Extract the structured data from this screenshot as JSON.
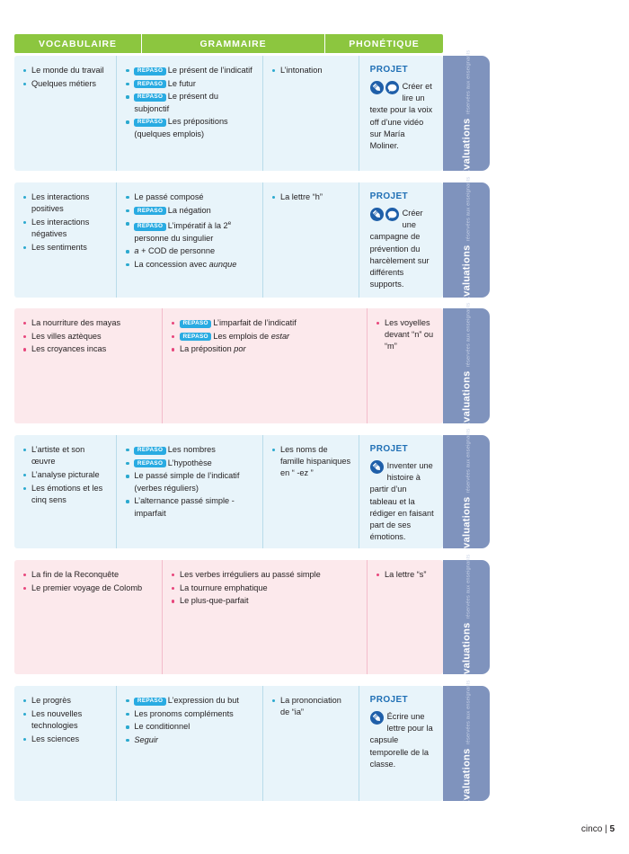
{
  "header": {
    "columns": [
      {
        "label": "VOCABULAIRE"
      },
      {
        "label": "GRAMMAIRE"
      },
      {
        "label": "PHONÉTIQUE"
      }
    ],
    "background_color": "#8cc63f"
  },
  "eval_tab": {
    "title": "Évaluations",
    "subtitle": "réservées aux enseignants",
    "color": "#7f93bd"
  },
  "badge_label": "REPASO",
  "colors": {
    "green_header": "#8cc63f",
    "blue_row_bg": "#e8f4fa",
    "pink_row_bg": "#fce9ec",
    "blue_bullet": "#2ba9cf",
    "pink_bullet": "#e8467c",
    "badge": "#29abe2",
    "projet_title": "#1f6fb5",
    "eval_tab": "#7f93bd"
  },
  "rows": [
    {
      "theme": "blue",
      "vocabulaire": [
        {
          "badge": false,
          "text": "Le monde du travail"
        },
        {
          "badge": false,
          "text": "Quelques métiers"
        }
      ],
      "grammaire": [
        {
          "badge": true,
          "text": "Le présent de l’indicatif"
        },
        {
          "badge": true,
          "text": "Le futur"
        },
        {
          "badge": true,
          "text": "Le présent du subjonctif"
        },
        {
          "badge": true,
          "text": "Les prépositions (quelques emplois)"
        }
      ],
      "phonetique": [
        {
          "badge": false,
          "text": "L’intonation"
        }
      ],
      "projet": {
        "title": "PROJET",
        "icons": [
          "pencil-icon",
          "speech-bubble-icon"
        ],
        "text": "Créer et lire un texte pour la voix off d’une vidéo sur María Moliner."
      }
    },
    {
      "theme": "blue",
      "vocabulaire": [
        {
          "badge": false,
          "text": "Les interactions positives"
        },
        {
          "badge": false,
          "text": "Les interactions négatives"
        },
        {
          "badge": false,
          "text": "Les sentiments"
        }
      ],
      "grammaire": [
        {
          "badge": false,
          "text": "Le passé composé"
        },
        {
          "badge": true,
          "text": "La négation"
        },
        {
          "badge": true,
          "text": "L’impératif à la 2e personne du singulier"
        },
        {
          "badge": false,
          "text": "a + COD de personne"
        },
        {
          "badge": false,
          "text": "La concession avec aunque"
        }
      ],
      "phonetique": [
        {
          "badge": false,
          "text": "La lettre “h”"
        }
      ],
      "projet": {
        "title": "PROJET",
        "icons": [
          "pencil-icon",
          "speech-bubble-icon"
        ],
        "text": "Créer une campagne de prévention du harcèlement sur différents supports."
      }
    },
    {
      "theme": "pink",
      "vocabulaire": [
        {
          "badge": false,
          "text": "La nourriture des mayas"
        },
        {
          "badge": false,
          "text": "Les villes aztèques"
        },
        {
          "badge": false,
          "text": "Les croyances incas"
        }
      ],
      "grammaire": [
        {
          "badge": true,
          "text": "L’imparfait de l’indicatif"
        },
        {
          "badge": true,
          "text": "Les emplois de estar"
        },
        {
          "badge": false,
          "text": "La préposition por"
        }
      ],
      "phonetique": [
        {
          "badge": false,
          "text": "Les voyelles devant “n” ou “m”"
        }
      ],
      "projet": null
    },
    {
      "theme": "blue",
      "vocabulaire": [
        {
          "badge": false,
          "text": "L’artiste et son œuvre"
        },
        {
          "badge": false,
          "text": "L’analyse picturale"
        },
        {
          "badge": false,
          "text": "Les émotions et les cinq sens"
        }
      ],
      "grammaire": [
        {
          "badge": true,
          "text": "Les nombres"
        },
        {
          "badge": true,
          "text": "L’hypothèse"
        },
        {
          "badge": false,
          "text": "Le passé simple de l’indicatif (verbes réguliers)"
        },
        {
          "badge": false,
          "text": "L’alternance passé simple - imparfait"
        }
      ],
      "phonetique": [
        {
          "badge": false,
          "text": "Les noms de famille hispaniques en “ -ez ”"
        }
      ],
      "projet": {
        "title": "PROJET",
        "icons": [
          "pencil-icon"
        ],
        "text": "Inventer une histoire à partir d’un tableau et la rédiger en faisant part de ses émotions."
      }
    },
    {
      "theme": "pink",
      "vocabulaire": [
        {
          "badge": false,
          "text": "La fin de la Reconquête"
        },
        {
          "badge": false,
          "text": "Le premier voyage de Colomb"
        }
      ],
      "grammaire": [
        {
          "badge": false,
          "text": "Les verbes irréguliers au passé simple"
        },
        {
          "badge": false,
          "text": "La tournure emphatique"
        },
        {
          "badge": false,
          "text": "Le plus-que-parfait"
        }
      ],
      "phonetique": [
        {
          "badge": false,
          "text": "La lettre “s”"
        }
      ],
      "projet": null
    },
    {
      "theme": "blue",
      "vocabulaire": [
        {
          "badge": false,
          "text": "Le progrès"
        },
        {
          "badge": false,
          "text": "Les nouvelles technologies"
        },
        {
          "badge": false,
          "text": "Les sciences"
        }
      ],
      "grammaire": [
        {
          "badge": true,
          "text": "L’expression du but"
        },
        {
          "badge": false,
          "text": "Les pronoms compléments"
        },
        {
          "badge": false,
          "text": "Le conditionnel"
        },
        {
          "badge": false,
          "text": "Seguir"
        }
      ],
      "phonetique": [
        {
          "badge": false,
          "text": "La prononciation de “ia”"
        }
      ],
      "projet": {
        "title": "PROJET",
        "icons": [
          "pencil-icon"
        ],
        "text": "Écrire une lettre pour la capsule temporelle de la classe."
      }
    }
  ],
  "footer": {
    "word": "cinco",
    "separator": "|",
    "page": "5"
  }
}
